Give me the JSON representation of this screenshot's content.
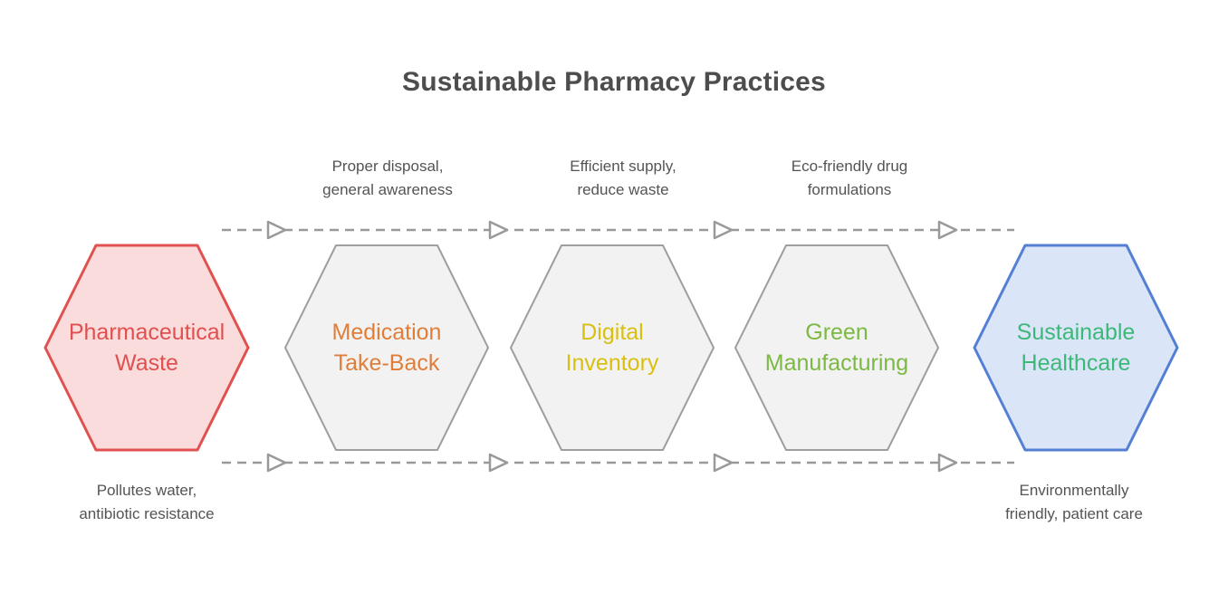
{
  "title": "Sustainable Pharmacy Practices",
  "colors": {
    "title": "#4d4d4d",
    "annotation_text": "#545454",
    "connector": "#999999",
    "arrow_fill": "#ffffff",
    "background": "#ffffff"
  },
  "stages": [
    {
      "label": "Pharmaceutical\nWaste",
      "fill": "#fbdcdc",
      "border": "#e0514f",
      "text_color": "#e0504e"
    },
    {
      "label": "Medication\nTake-Back",
      "fill": "#f2f2f2",
      "border": "#9e9e9e",
      "text_color": "#e07e39"
    },
    {
      "label": "Digital\nInventory",
      "fill": "#f2f2f2",
      "border": "#9e9e9e",
      "text_color": "#d9bf12"
    },
    {
      "label": "Green\nManufacturing",
      "fill": "#f2f2f2",
      "border": "#9e9e9e",
      "text_color": "#7cb942"
    },
    {
      "label": "Sustainable\nHealthcare",
      "fill": "#dbe5f8",
      "border": "#537fd4",
      "text_color": "#3cb878"
    }
  ],
  "annotations": {
    "top": [
      {
        "text": "Proper disposal,\ngeneral awareness"
      },
      {
        "text": "Efficient supply,\nreduce waste"
      },
      {
        "text": "Eco-friendly drug\nformulations"
      }
    ],
    "bottom": [
      {
        "text": "Pollutes water,\nantibiotic resistance"
      },
      {
        "text": "Environmentally\nfriendly, patient care"
      }
    ]
  }
}
